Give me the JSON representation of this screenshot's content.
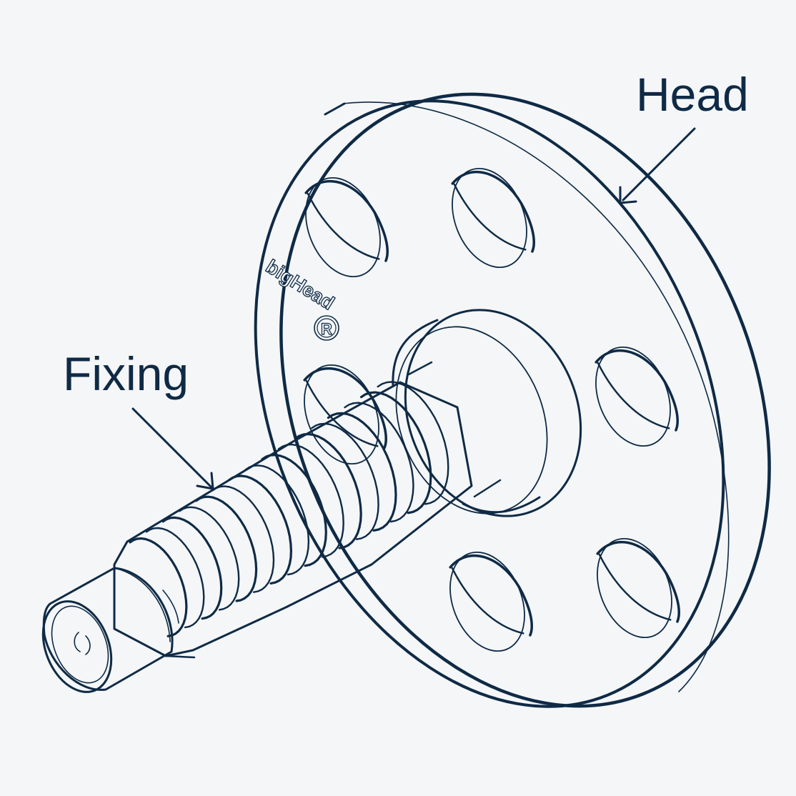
{
  "callouts": {
    "head": "Head",
    "fixing": "Fixing"
  },
  "brand": {
    "name": "bigHead",
    "mark": "R"
  },
  "colors": {
    "background": "#f4f6f8",
    "line": "#0f2a45",
    "fill": "#f4f6f8"
  }
}
